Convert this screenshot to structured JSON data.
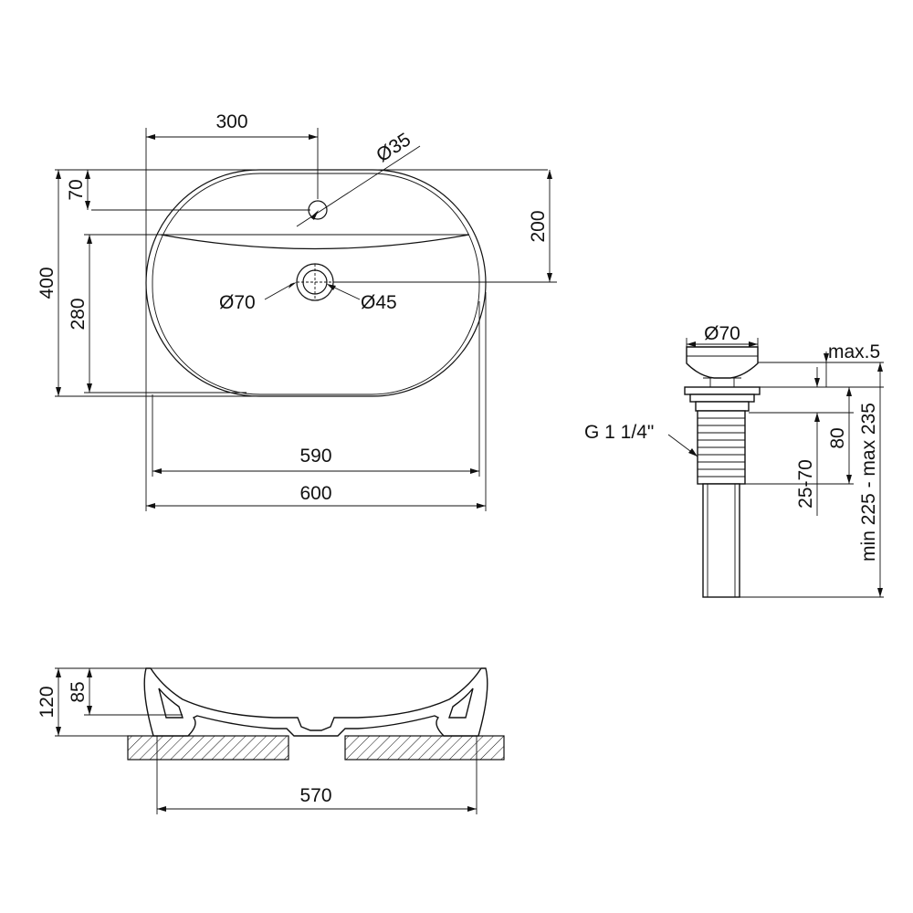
{
  "drawing": {
    "top_view": {
      "dim_tap_offset": "300",
      "dim_tap_hole": "Ø35",
      "dim_tap_from_edge": "70",
      "dim_drain_from_edge": "200",
      "dim_overall_depth": "400",
      "dim_inner_depth": "280",
      "dim_drain_outer": "Ø70",
      "dim_drain_inner": "Ø45",
      "dim_inner_width": "590",
      "dim_overall_width": "600"
    },
    "drain_view": {
      "dim_cap_diameter": "Ø70",
      "dim_cap_gap": "max.5",
      "dim_thread": "G 1 1/4\"",
      "dim_thread_length": "80",
      "dim_counter_thickness": "25-70",
      "dim_total_height": "min 225 - max 235"
    },
    "side_view": {
      "dim_total_height": "120",
      "dim_bowl_height": "85",
      "dim_base_width": "570"
    }
  },
  "colors": {
    "ink": "#111111",
    "paper": "#ffffff"
  }
}
